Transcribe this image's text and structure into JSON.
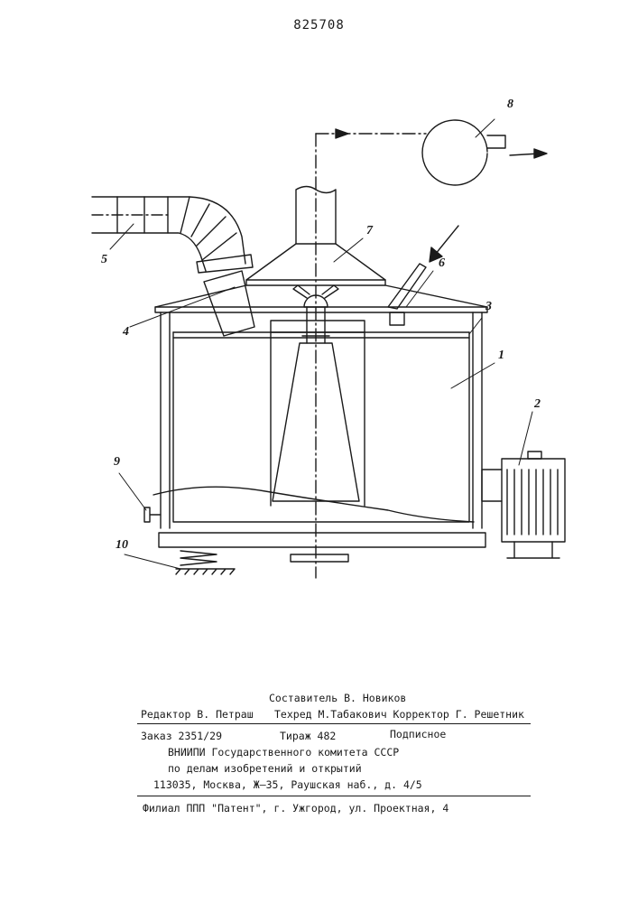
{
  "patent_number": "825708",
  "figure_labels": {
    "l1": "1",
    "l2": "2",
    "l3": "3",
    "l4": "4",
    "l5": "5",
    "l6": "6",
    "l7": "7",
    "l8": "8",
    "l9": "9",
    "l10": "10"
  },
  "imprint": {
    "compiler": "Составитель В. Новиков",
    "editor": "Редактор В. Петраш",
    "techred_corrector": "Техред М.Табакович Корректор  Г. Решетник",
    "order": "Заказ 2351/29",
    "circulation": "Тираж 482",
    "subscription": "Подписное",
    "org_line1": "ВНИИПИ  Государственного комитета СССР",
    "org_line2": "по делам изобретений и открытий",
    "address": "113035, Москва, Ж–35, Раушская наб., д. 4/5",
    "branch": "Филиал ППП \"Патент\", г. Ужгород, ул. Проектная,  4"
  }
}
